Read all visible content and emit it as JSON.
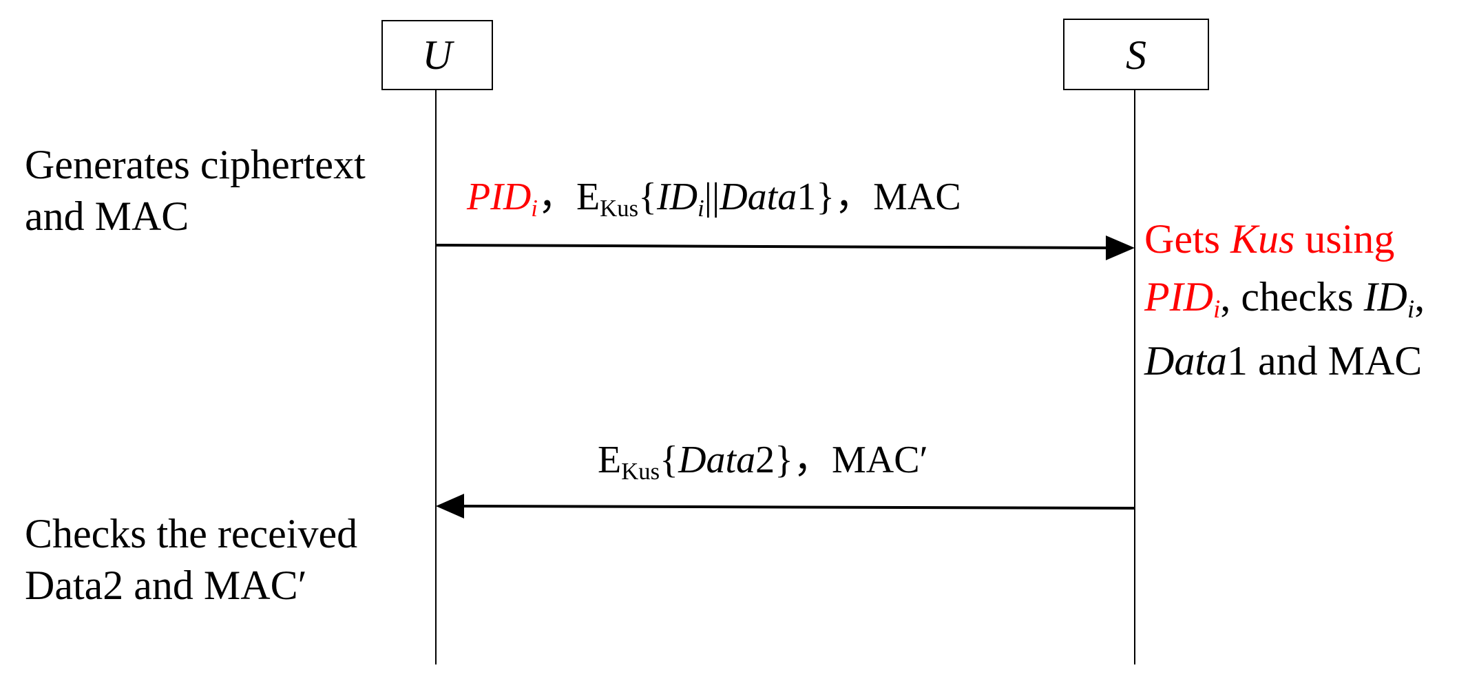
{
  "participants": {
    "user": {
      "label": "U"
    },
    "server": {
      "label": "S"
    }
  },
  "notes": {
    "user_generate": {
      "line1": "Generates ciphertext",
      "line2": "and MAC"
    },
    "user_check": {
      "line1": "Checks the received",
      "line2": "Data2 and MAC′"
    },
    "server_check": {
      "gets": "Gets ",
      "kus": "Kus",
      "using": " using",
      "pid": "PID",
      "pid_sub": "i",
      "comma_checks": ", checks ",
      "id": "ID",
      "id_sub": "i",
      "comma": ",",
      "data": "Data",
      "data_num": "1",
      "and_mac": " and MAC"
    }
  },
  "messages": {
    "request": {
      "pid": "PID",
      "pid_sub": "i",
      "sep1": "，",
      "enc": "E",
      "enc_sub": "Kus",
      "open": "{",
      "id": "ID",
      "id_sub": "i",
      "concat": "||",
      "data": "Data",
      "data_num": "1",
      "close": "}",
      "sep2": "，",
      "mac": "MAC"
    },
    "response": {
      "enc": "E",
      "enc_sub": "Kus",
      "open": "{",
      "data": "Data",
      "data_num": "2",
      "close": "}",
      "sep": "，",
      "mac": "MAC′"
    }
  },
  "colors": {
    "text": "#000000",
    "highlight": "#ff0000",
    "background": "#ffffff"
  }
}
